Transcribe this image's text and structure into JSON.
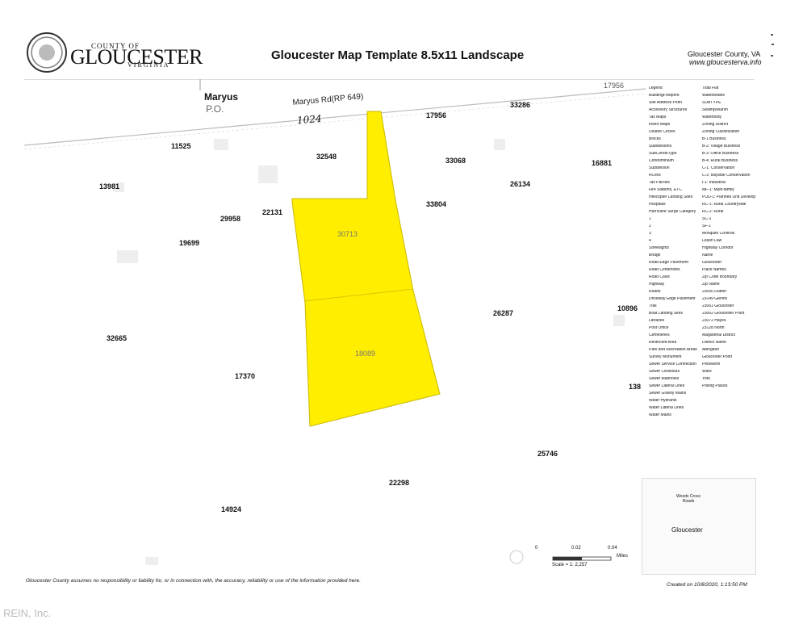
{
  "header": {
    "county_of": "COUNTY OF",
    "county_name": "GLOUCESTER",
    "state": "VIRGINIA",
    "title": "Gloucester Map Template 8.5x11 Landscape",
    "county_line": "Gloucester County, VA",
    "url": "www.gloucesterva.info"
  },
  "map": {
    "place": {
      "name": "Maryus",
      "sub": "P.O."
    },
    "road": "Maryus Rd(RP 649)",
    "handwritten": "1024",
    "highlight_color": "#ffee00",
    "parcels": [
      "17956",
      "33286",
      "17956",
      "11525",
      "32548",
      "33068",
      "16881",
      "13981",
      "26134",
      "29958",
      "22131",
      "33804",
      "19699",
      "30713",
      "10896",
      "26287",
      "32665",
      "18089",
      "17370",
      "138",
      "25746",
      "22298",
      "14924"
    ]
  },
  "legend": {
    "col1": [
      "Legend",
      "BuildingFootprint",
      "Site Address Point",
      "Accessory Structures",
      "Tax Maps",
      "Insert Maps",
      "Double Circles",
      "Blocks",
      "Subdivisions",
      "SubCondoType",
      "Condominium",
      "Subdivision",
      "ROWs",
      "Tax Parcels",
      "Fire Stations, ETC",
      "Helicopter Landing Sites",
      "Hospitals",
      "Hurricane Surge Category",
      "1",
      "2",
      "3",
      "4",
      "Streetlights",
      "Bridge",
      "Road Edge Pavement",
      "Road Centerlines",
      "Road Class",
      "Highway",
      "Roads",
      "Driveway Edge Pavement",
      "Trail",
      "Boat Landing Sites",
      "Libraries",
      "Post Office",
      "Cemeteries",
      "Restricted Area",
      "Park and Recreation Areas",
      "Survey Monument",
      "Sewer Service Connection",
      "Sewer Cleanouts",
      "Sewer Manholes",
      "Sewer Lateral Lines",
      "Sewer Gravity Mains",
      "Water Hydrants",
      "Water Lateral Lines",
      "Water Mains"
    ],
    "col2": [
      "Tidal Flat",
      "Waterbodies",
      "SUBTYPE",
      "Swamp/Marsh",
      "Waterbody",
      "Zoning District",
      "Zoning Classification",
      "B-1 Business",
      "B-2: Village Business",
      "B-3: Office Business",
      "B-4: Rural Business",
      "C-1: Conservation",
      "C-2: Bayside Conservation",
      "I-1: Industrial",
      "MF-1: Multi-family",
      "PUD-1: Planned Unit Development",
      "RC-1: Rural Countryside",
      "RC-2: Rural",
      "SC-1",
      "SF-1",
      "Mosquito Controls",
      "Leash Law",
      "Highway Corridor",
      "Name",
      "Gloucester",
      "Place Names",
      "Zip Code Boundary",
      "Zip Name",
      "23050 Dutton",
      "23149 Glenns",
      "23061 Gloucester",
      "23062 Gloucester Point",
      "23072 Hayes",
      "23128 North",
      "Magisterial District",
      "District Name",
      "Abingdon",
      "Gloucester Point",
      "Petsworth",
      "Ware",
      "York",
      "Polling Places"
    ]
  },
  "inset": {
    "place": "Gloucester",
    "woods": "Woods Cross Roads"
  },
  "scale": {
    "ticks": [
      "0",
      "0.02",
      "0.04"
    ],
    "unit": "Miles",
    "ratio": "Scale = 1: 2,257"
  },
  "footer": {
    "disclaimer": "Gloucester County assumes no responsibility or liability for, or in connection with, the accuracy, reliability or use of the information provided here.",
    "created": "Created on 10/8/2020, 1:13:50 PM",
    "watermark": "REIN, Inc."
  }
}
